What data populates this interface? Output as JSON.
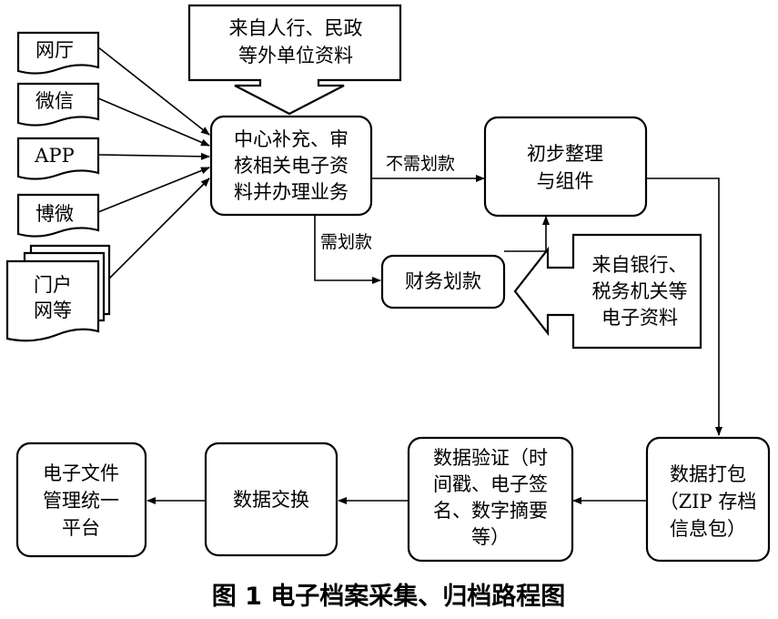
{
  "sources": {
    "wangting": "网厅",
    "weixin": "微信",
    "app": "APP",
    "bowei": "博微",
    "portal": [
      "门户",
      "网等"
    ]
  },
  "external_top": [
    "来自人行、民政",
    "等外单位资料"
  ],
  "center": [
    "中心补充、审",
    "核相关电子资",
    "料并办理业务"
  ],
  "label_no_transfer": "不需划款",
  "label_need_transfer": "需划款",
  "organize": [
    "初步整理",
    "与组件"
  ],
  "finance_transfer": "财务划款",
  "external_right": [
    "来自银行、",
    "税务机关等",
    "电子资料"
  ],
  "packaging": [
    "数据打包",
    "（ZIP 存档",
    "信息包）"
  ],
  "verification": [
    "数据验证（时",
    "间戳、电子签",
    "名、数字摘要",
    "等）"
  ],
  "exchange": "数据交换",
  "platform": [
    "电子文件",
    "管理统一",
    "平台"
  ],
  "caption": "图 1 电子档案采集、归档路程图"
}
